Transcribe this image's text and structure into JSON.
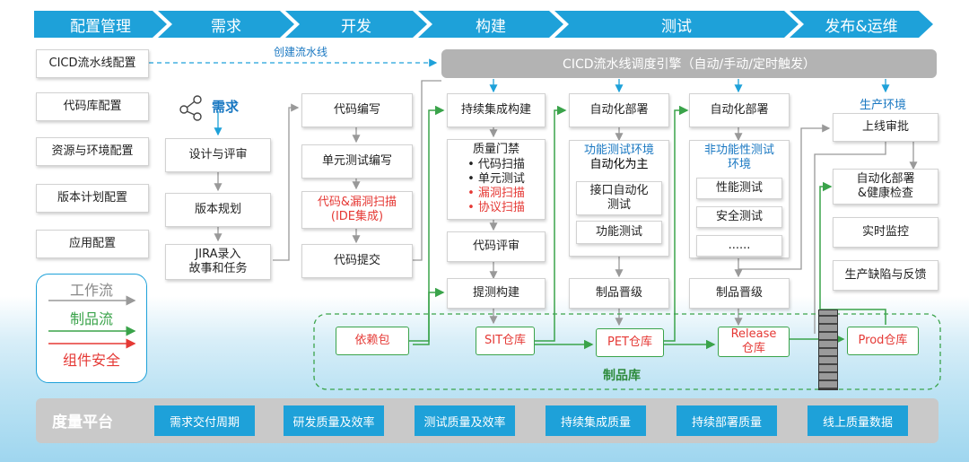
{
  "phases": [
    "配置管理",
    "需求",
    "开发",
    "构建",
    "测试",
    "发布&运维"
  ],
  "config": [
    "CICD流水线配置",
    "代码库配置",
    "资源与环境配置",
    "版本计划配置",
    "应用配置"
  ],
  "create_pipeline": "创建流水线",
  "engine": "CICD流水线调度引擎（自动/手动/定时触发）",
  "req": {
    "title": "需求",
    "design": "设计与评审",
    "plan": "版本规划",
    "jira_line1": "JIRA录入",
    "jira_line2": "故事和任务"
  },
  "dev": {
    "code": "代码编写",
    "unit": "单元测试编写",
    "scan_line1": "代码&漏洞扫描",
    "scan_line2": "(IDE集成)",
    "commit": "代码提交"
  },
  "build": {
    "ci": "持续集成构建",
    "gate": "质量门禁",
    "gate_items": [
      "代码扫描",
      "单元测试",
      "漏洞扫描",
      "协议扫描"
    ],
    "review": "代码评审",
    "submit_test": "提测构建"
  },
  "test1": {
    "deploy": "自动化部署",
    "env_line1": "功能测试环境",
    "env_line2": "自动化为主",
    "api_line1": "接口自动化",
    "api_line2": "测试",
    "func": "功能测试",
    "promote": "制品晋级"
  },
  "test2": {
    "deploy": "自动化部署",
    "env_line1": "非功能性测试",
    "env_line2": "环境",
    "perf": "性能测试",
    "sec": "安全测试",
    "more": "......",
    "promote": "制品晋级"
  },
  "ops": {
    "env": "生产环境",
    "approve": "上线审批",
    "deploy_line1": "自动化部署",
    "deploy_line2": "&健康检查",
    "monitor": "实时监控",
    "feedback": "生产缺陷与反馈"
  },
  "legend": {
    "workflow": "工作流",
    "artifact": "制品流",
    "security": "组件安全"
  },
  "repo": {
    "dep": "依赖包",
    "sit": "SIT仓库",
    "pet": "PET仓库",
    "release_line1": "Release",
    "release_line2": "仓库",
    "prod": "Prod仓库",
    "label": "制品库"
  },
  "metrics": {
    "title": "度量平台",
    "items": [
      "需求交付周期",
      "研发质量及效率",
      "测试质量及效率",
      "持续集成质量",
      "持续部署质量",
      "线上质量数据"
    ]
  },
  "colors": {
    "accent": "#1ea1d9",
    "green": "#3aa34a",
    "red": "#e53935",
    "gray": "#999999",
    "blue_text": "#1a78c2"
  }
}
